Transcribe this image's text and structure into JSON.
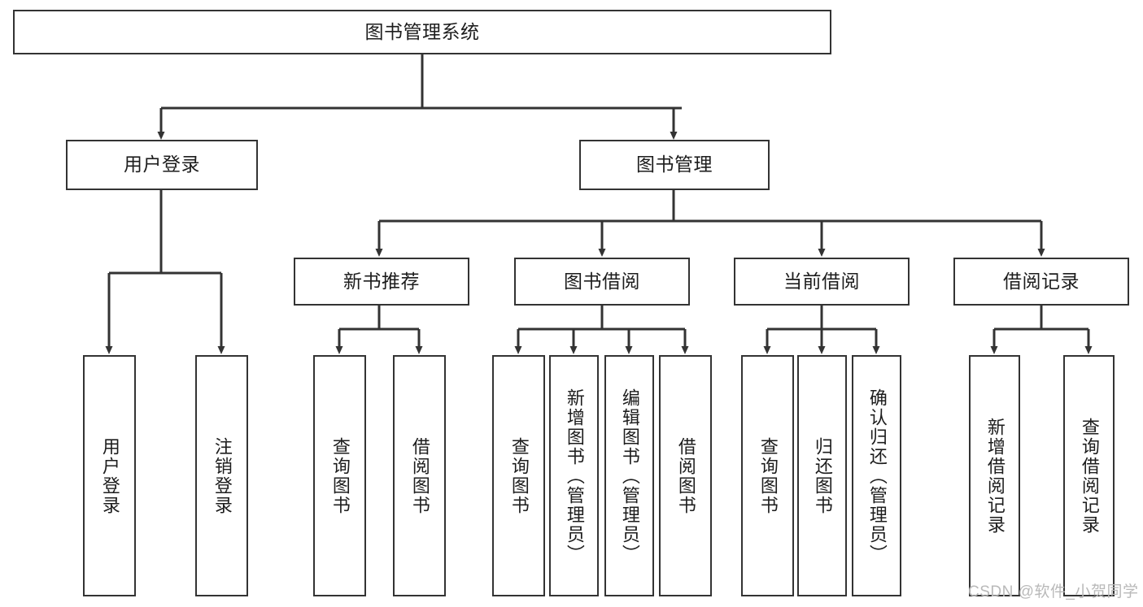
{
  "diagram": {
    "type": "tree",
    "title": "图书管理系统",
    "orientation": "top-down",
    "style": {
      "box_border_color": "#333333",
      "box_fill_color": "#ffffff",
      "edge_color": "#333333",
      "text_color": "#1d1d1d",
      "background": "#ffffff"
    },
    "nodes": {
      "root": {
        "label": "图书管理系统"
      },
      "level2": [
        {
          "id": "user-login",
          "label": "用户登录"
        },
        {
          "id": "book-manage",
          "label": "图书管理"
        }
      ],
      "level3": [
        {
          "id": "new-book-rec",
          "label": "新书推荐"
        },
        {
          "id": "book-borrow",
          "label": "图书借阅"
        },
        {
          "id": "current-borrow",
          "label": "当前借阅"
        },
        {
          "id": "borrow-record",
          "label": "借阅记录"
        }
      ],
      "leaves": {
        "user-login": [
          {
            "id": "leaf-user-login",
            "label": "用户登录"
          },
          {
            "id": "leaf-logout",
            "label": "注销登录"
          }
        ],
        "new-book-rec": [
          {
            "id": "leaf-query-book-1",
            "label": "查询图书"
          },
          {
            "id": "leaf-borrow-book-1",
            "label": "借阅图书"
          }
        ],
        "book-borrow": [
          {
            "id": "leaf-query-book-2",
            "label": "查询图书"
          },
          {
            "id": "leaf-add-book",
            "label": "新增图书（管理员）"
          },
          {
            "id": "leaf-edit-book",
            "label": "编辑图书（管理员）"
          },
          {
            "id": "leaf-borrow-book-2",
            "label": "借阅图书"
          }
        ],
        "current-borrow": [
          {
            "id": "leaf-query-book-3",
            "label": "查询图书"
          },
          {
            "id": "leaf-return-book",
            "label": "归还图书"
          },
          {
            "id": "leaf-confirm-return",
            "label": "确认归还（管理员）"
          }
        ],
        "borrow-record": [
          {
            "id": "leaf-add-record",
            "label": "新增借阅记录"
          },
          {
            "id": "leaf-query-record",
            "label": "查询借阅记录"
          }
        ]
      }
    }
  },
  "watermark": {
    "text": "CSDN @软件_小贺同学"
  }
}
